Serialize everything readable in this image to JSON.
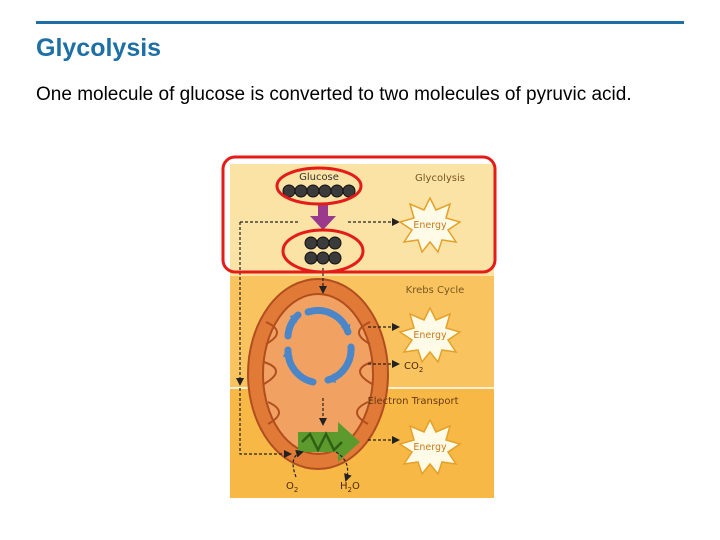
{
  "slide": {
    "title": "Glycolysis",
    "body": "One molecule of glucose is converted to two molecules of pyruvic acid."
  },
  "diagram": {
    "labels": {
      "glucose": "Glucose",
      "glycolysis": "Glycolysis",
      "krebs": "Krebs Cycle",
      "electron_transport": "Electron Transport",
      "energy": "Energy",
      "co2_main": "CO",
      "co2_sub": "2",
      "o2_main": "O",
      "o2_sub": "2",
      "h2o_h": "H",
      "h2o_sub": "2",
      "h2o_o": "O"
    },
    "colors": {
      "title": "#1d6fa5",
      "highlight": "#e41b17",
      "panel_glycolysis": "#fbe3a6",
      "panel_krebs": "#f9c45f",
      "panel_et": "#f8b845",
      "mitochondrion": "#e8823d",
      "krebs_arrows": "#4a86c8",
      "electron_arrow": "#5c9a2e",
      "glycolysis_arrow": "#9b3a8c",
      "molecule": "#3b3b3b"
    }
  }
}
